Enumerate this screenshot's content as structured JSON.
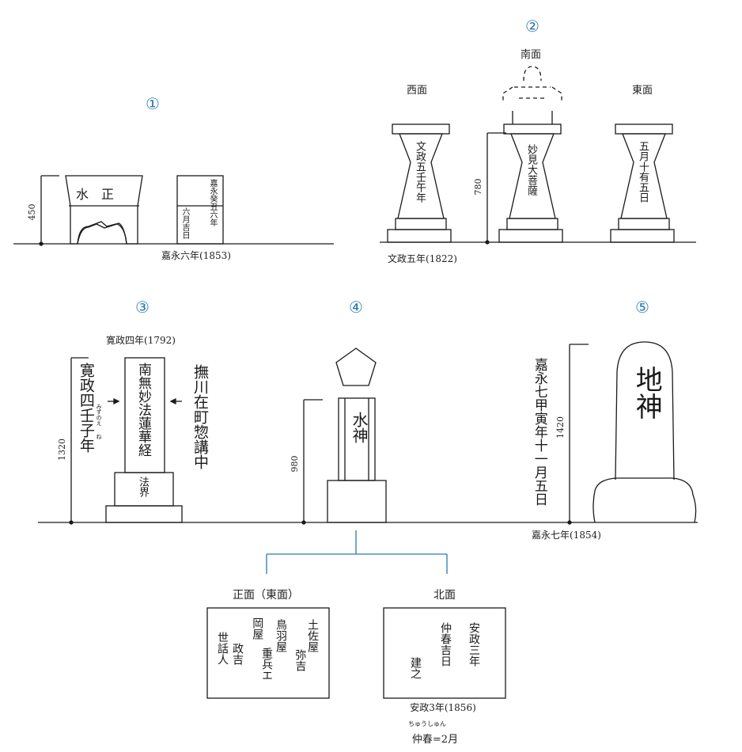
{
  "figure1": {
    "number": "①",
    "dim": "450",
    "stone_a": "水　正",
    "stone_b_col1": "嘉永癸丑六年",
    "stone_b_col2": "六月吉日",
    "caption": "嘉永六年(1853)"
  },
  "figure2": {
    "number": "②",
    "dim": "780",
    "face_west": "西面",
    "face_south": "南面",
    "face_east": "東面",
    "west_text": "文政五壬午年",
    "south_text": "妙見大菩薩",
    "east_text": "五月十有五日",
    "caption": "文政五年(1822)"
  },
  "figure3": {
    "number": "③",
    "dim": "1320",
    "top_caption": "寛政四年(1792)",
    "main_text": "南無妙法蓮華経",
    "base_text": "法界",
    "left_col": "寛政四壬子年",
    "left_ruby": "みずのえ",
    "left_ruby2": "ね",
    "right_col": "撫川在町惣講中"
  },
  "figure4": {
    "number": "④",
    "dim": "980",
    "main_text": "水神",
    "front_title": "正面（東面）",
    "north_title": "北面",
    "front_cols": [
      "土佐屋",
      "弥吉",
      "鳥羽屋",
      "重兵エ",
      "岡屋",
      "政吉",
      "世話人"
    ],
    "north_cols": [
      "安政三年",
      "仲春吉日",
      "建之"
    ],
    "caption": "安政3年(1856)",
    "note_ruby": "ちゅうしゅん",
    "note": "仲春=2月"
  },
  "figure5": {
    "number": "⑤",
    "dim": "1420",
    "main_text": "地神",
    "side_text": "嘉永七甲寅年十一月五日",
    "caption": "嘉永七年(1854)"
  }
}
